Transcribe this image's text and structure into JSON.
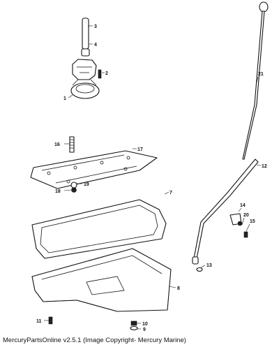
{
  "footer": "MercuryPartsOnline v2.5.1 (Image Copyright- Mercury Marine)",
  "callouts": [
    {
      "id": "c1",
      "label": "1"
    },
    {
      "id": "c2",
      "label": "2"
    },
    {
      "id": "c3",
      "label": "3"
    },
    {
      "id": "c4",
      "label": "4"
    },
    {
      "id": "c7",
      "label": "7"
    },
    {
      "id": "c8",
      "label": "8"
    },
    {
      "id": "c9",
      "label": "9"
    },
    {
      "id": "c10",
      "label": "10"
    },
    {
      "id": "c11",
      "label": "11"
    },
    {
      "id": "c12",
      "label": "12"
    },
    {
      "id": "c13",
      "label": "13"
    },
    {
      "id": "c14",
      "label": "14"
    },
    {
      "id": "c15",
      "label": "15"
    },
    {
      "id": "c16",
      "label": "16"
    },
    {
      "id": "c17",
      "label": "17"
    },
    {
      "id": "c18",
      "label": "18"
    },
    {
      "id": "c19",
      "label": "19"
    },
    {
      "id": "c20",
      "label": "20"
    },
    {
      "id": "c21",
      "label": "21"
    }
  ]
}
